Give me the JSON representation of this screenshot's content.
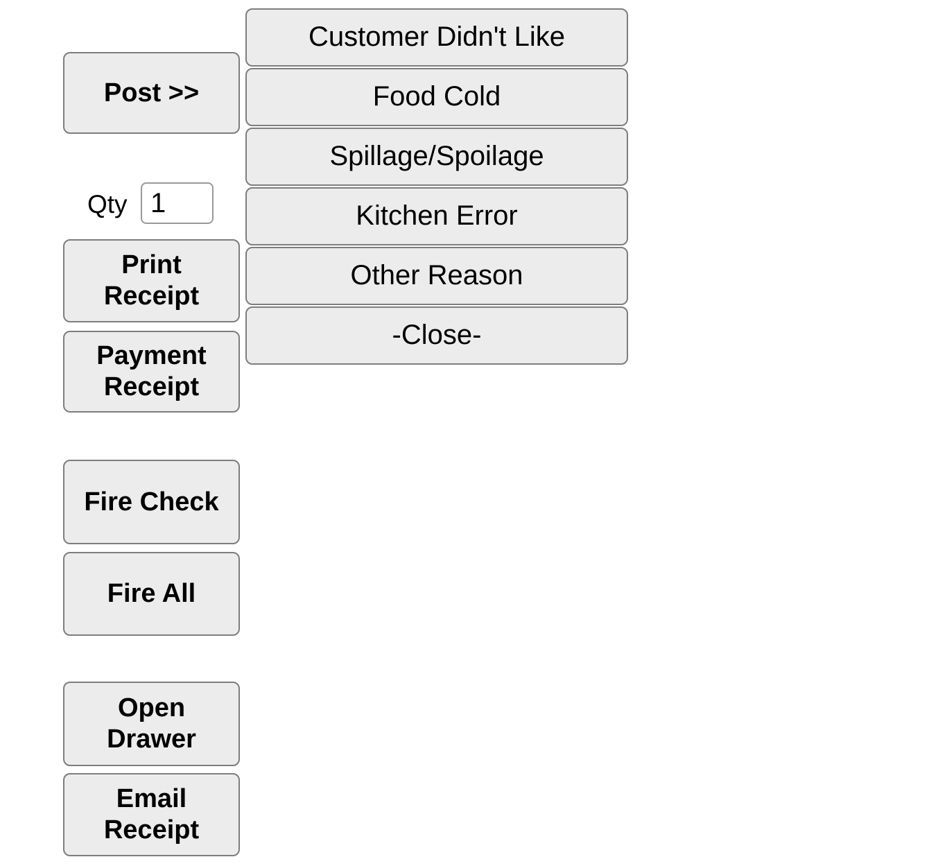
{
  "left_panel": {
    "post_button": "Post >>",
    "qty_label": "Qty",
    "qty_value": "1",
    "buttons": [
      {
        "label": "Print\nReceipt"
      },
      {
        "label": "Payment\nReceipt"
      },
      {
        "label": "Fire Check"
      },
      {
        "label": "Fire All"
      },
      {
        "label": "Open\nDrawer"
      },
      {
        "label": "Email\nReceipt"
      }
    ]
  },
  "reason_menu": {
    "items": [
      "Customer Didn't Like",
      "Food Cold",
      "Spillage/Spoilage",
      "Kitchen Error",
      "Other Reason",
      "-Close-"
    ]
  },
  "colors": {
    "button_bg": "#ececec",
    "button_border": "#7d7d7d",
    "input_border": "#999999",
    "text": "#000000",
    "background": "#ffffff"
  }
}
